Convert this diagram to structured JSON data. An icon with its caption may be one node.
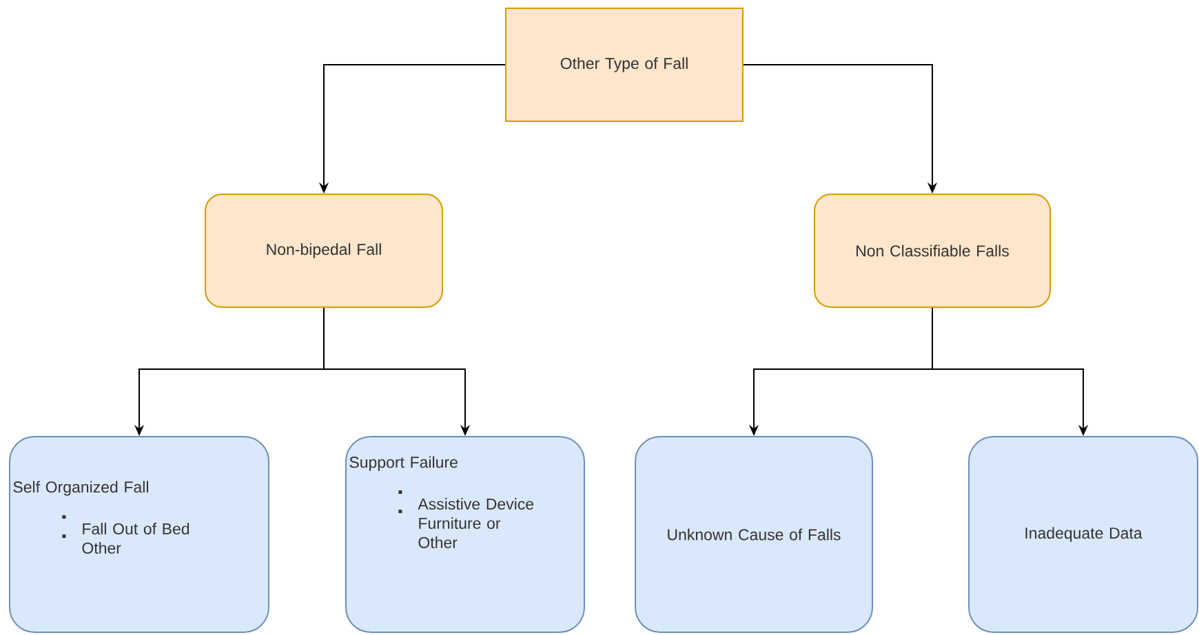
{
  "diagram": {
    "nodes": [
      {
        "text": [
          "Other Type of Fall"
        ]
      },
      {
        "text": [
          "Non-bipedal Fall"
        ]
      },
      {
        "text": [
          "Non Classifiable Falls"
        ]
      },
      {
        "text": [
          "Self Organized Fall",
          "Fall Out of Bed",
          "Other"
        ]
      },
      {
        "text": [
          "Support Failure",
          "Assistive Device",
          "Furniture or Other"
        ]
      },
      {
        "text": [
          "Unknown Cause of Falls"
        ]
      },
      {
        "text": [
          "Inadequate Data"
        ]
      }
    ],
    "edges": [
      {
        "from": 0,
        "to": 1,
        "arrow": "to"
      },
      {
        "from": 0,
        "to": 2,
        "arrow": "to"
      },
      {
        "from": 1,
        "to": 3,
        "arrow": "to"
      },
      {
        "from": 1,
        "to": 4,
        "arrow": "to"
      },
      {
        "from": 2,
        "to": 5,
        "arrow": "to"
      },
      {
        "from": 2,
        "to": 6,
        "arrow": "to"
      }
    ]
  }
}
